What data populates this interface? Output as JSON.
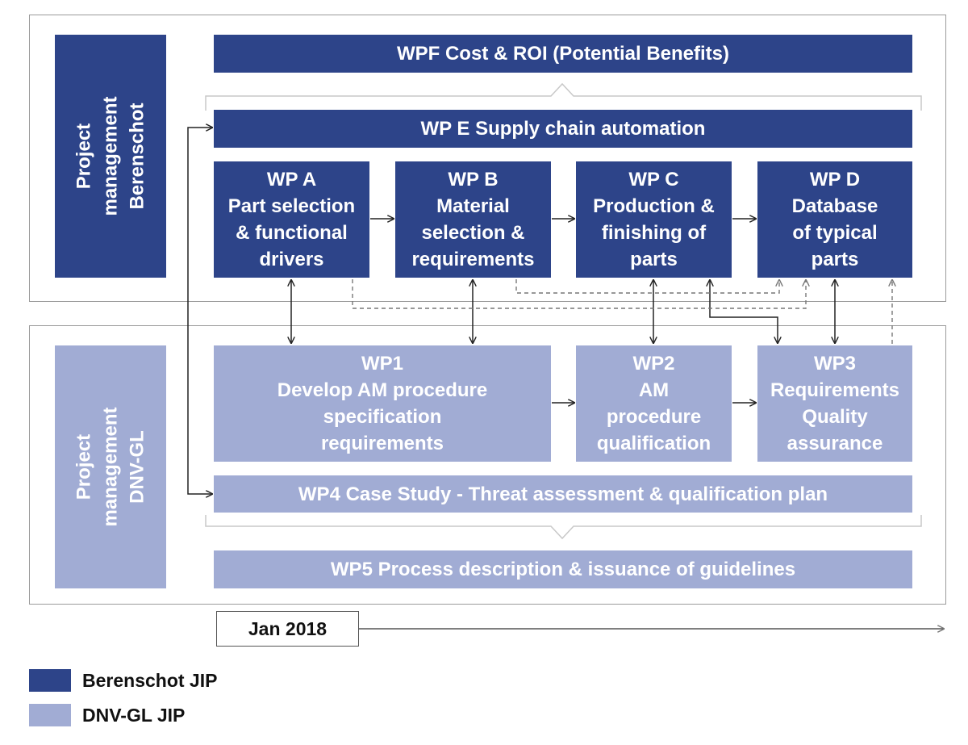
{
  "top_panel": {
    "pm_label": [
      "Project",
      "management",
      "Berenschot"
    ],
    "wpf": "WPF Cost & ROI (Potential Benefits)",
    "wpe": "WP E Supply chain automation",
    "wpa": [
      "WP A",
      "Part selection",
      "& functional",
      "drivers"
    ],
    "wpb": [
      "WP B",
      "Material",
      "selection &",
      "requirements"
    ],
    "wpc": [
      "WP C",
      "Production &",
      "finishing of",
      "parts"
    ],
    "wpd": [
      "WP D",
      "Database",
      "of typical",
      "parts"
    ]
  },
  "bottom_panel": {
    "pm_label": [
      "Project",
      "management",
      "DNV-GL"
    ],
    "wp1": [
      "WP1",
      "Develop AM procedure",
      "specification",
      "requirements"
    ],
    "wp2": [
      "WP2",
      "AM",
      "procedure",
      "qualification"
    ],
    "wp3": [
      "WP3",
      "Requirements",
      "Quality",
      "assurance"
    ],
    "wp4": "WP4 Case Study - Threat assessment & qualification plan",
    "wp5": "WP5 Process description & issuance of guidelines"
  },
  "timeline": {
    "start": "Jan 2018"
  },
  "legend": [
    {
      "label": "Berenschot JIP",
      "color": "#2d4489"
    },
    {
      "label": "DNV-GL JIP",
      "color": "#a1acd4"
    }
  ]
}
